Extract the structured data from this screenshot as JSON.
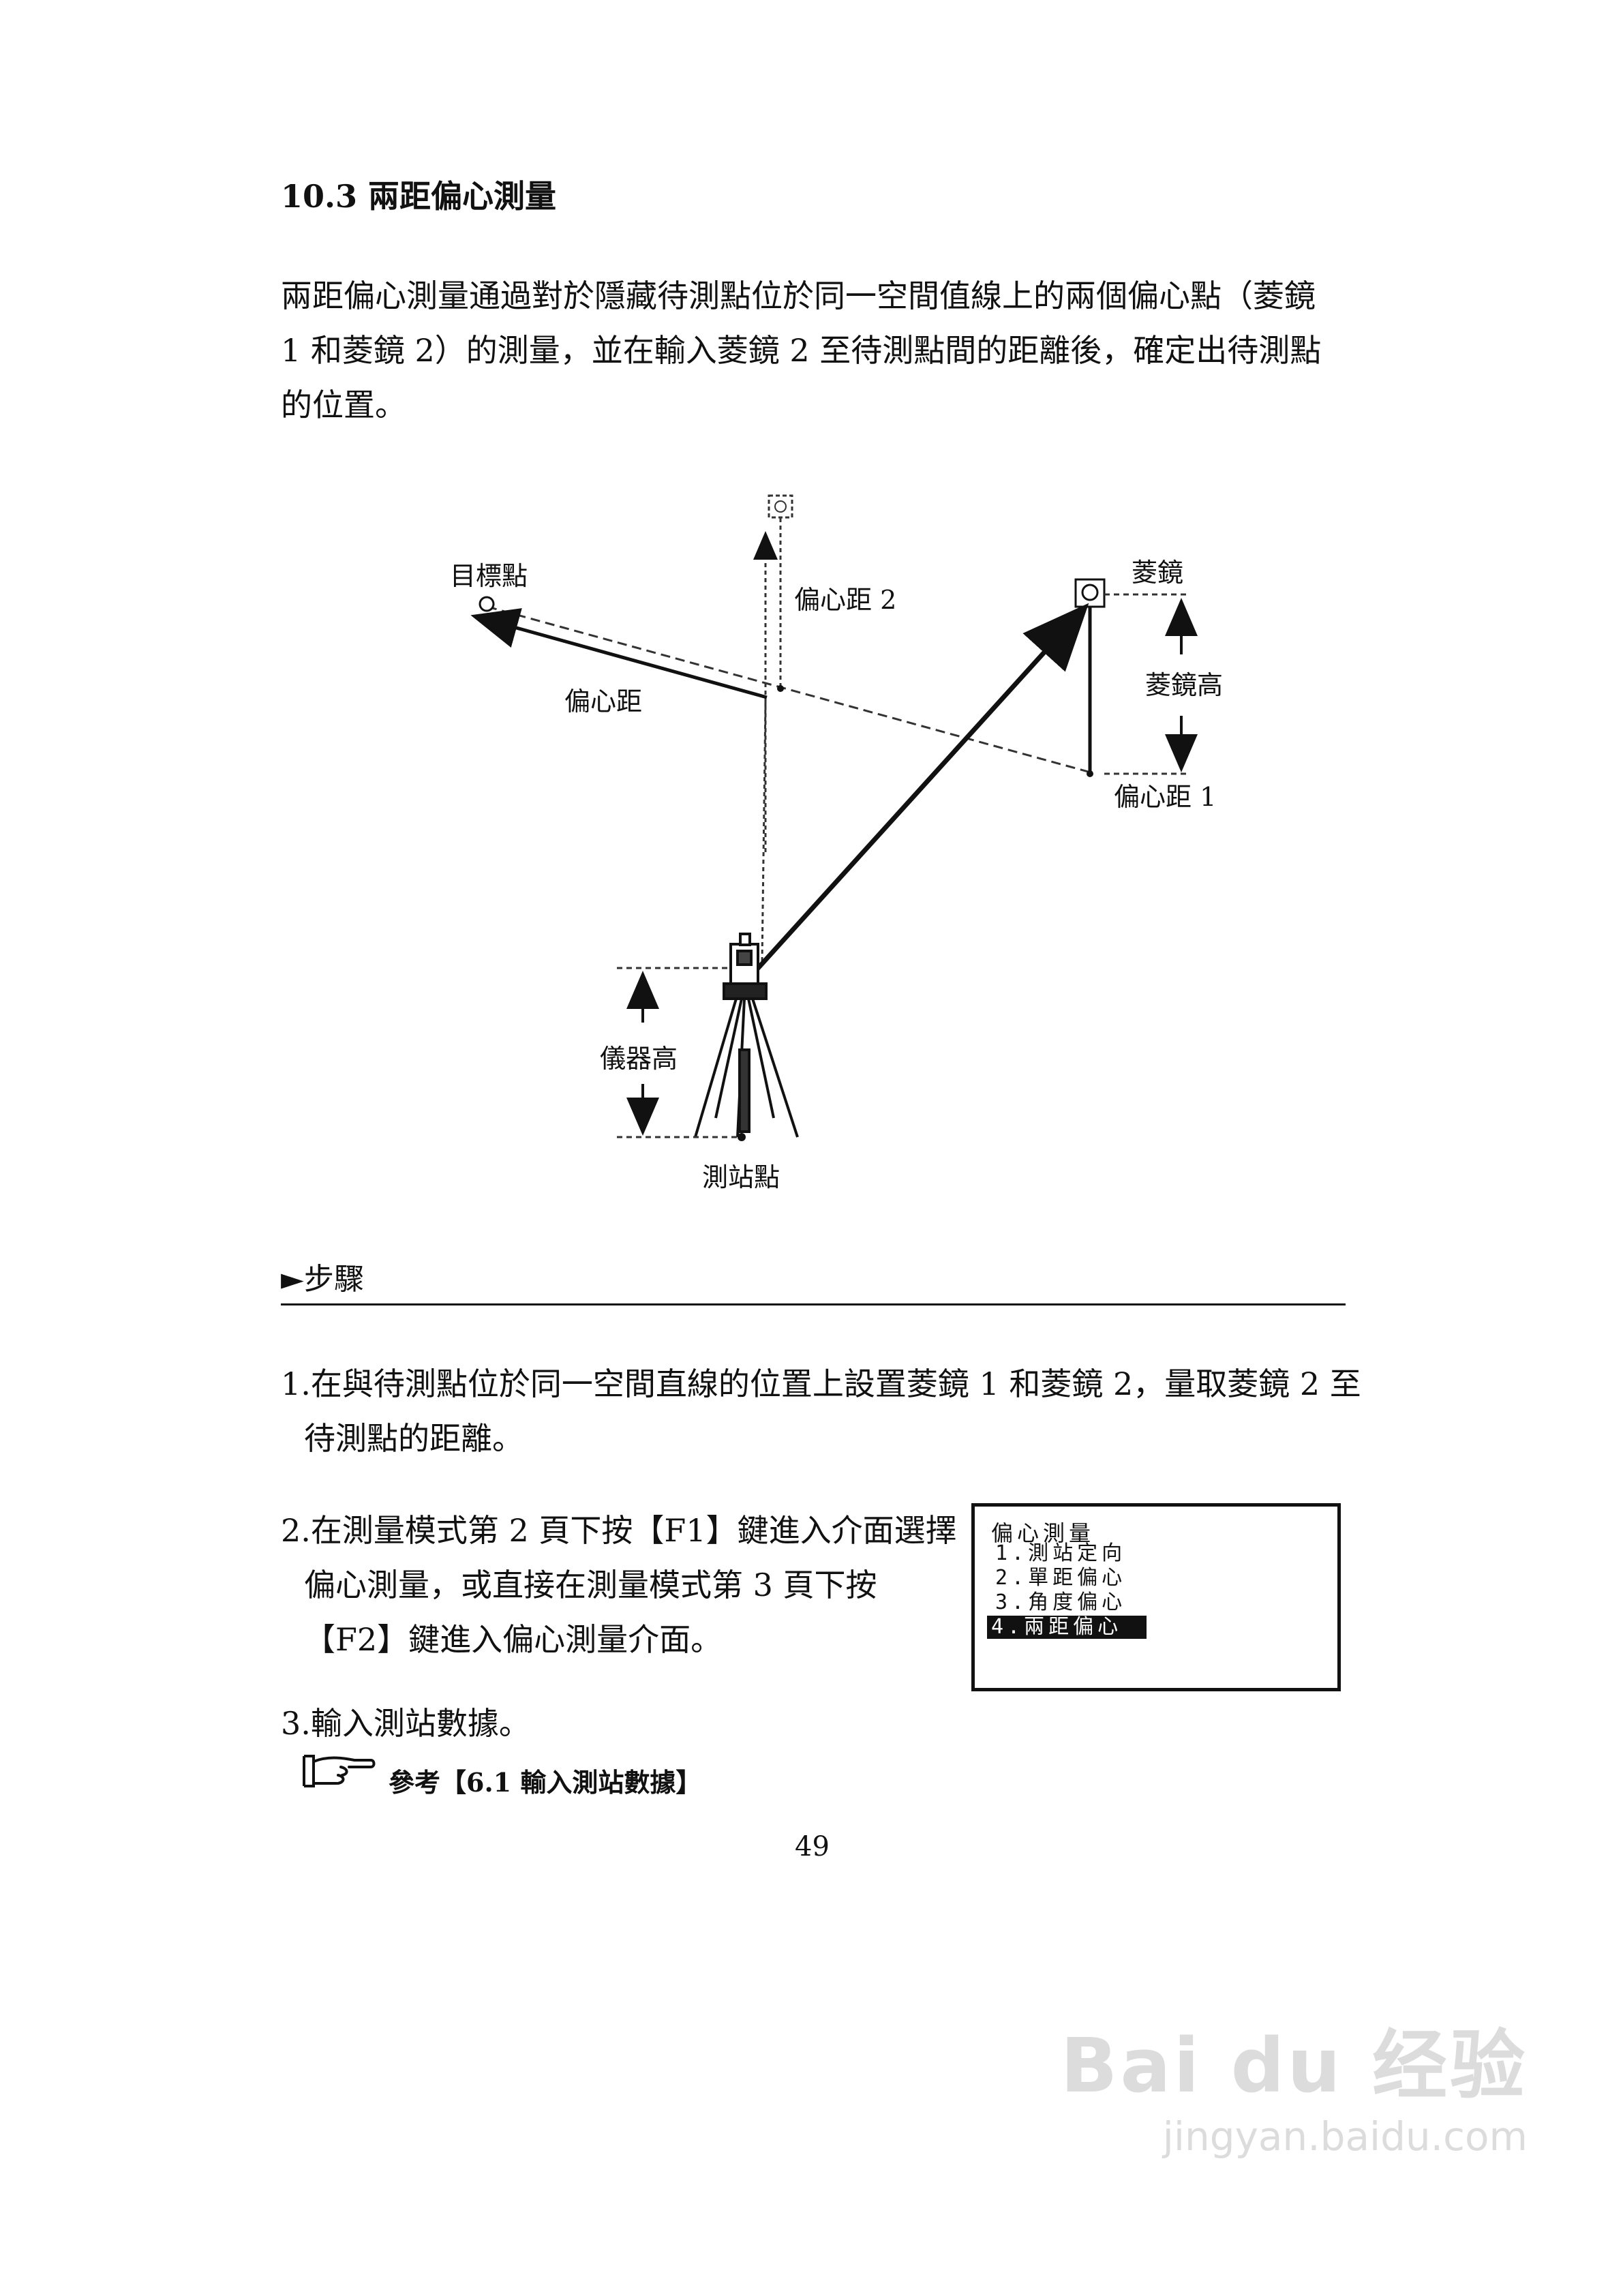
{
  "section": {
    "title": "10.3  兩距偏心測量"
  },
  "intro": {
    "text": "兩距偏心測量通過對於隱藏待測點位於同一空間值線上的兩個偏心點（菱鏡 1 和菱鏡 2）的測量，並在輸入菱鏡 2 至待測點間的距離後，確定出待測點的位置。"
  },
  "diagram": {
    "target_label": "目標點",
    "offset2_label": "偏心距 2",
    "offset_label": "偏心距",
    "prism_label": "菱鏡",
    "prism_height_label": "菱鏡高",
    "offset1_label": "偏心距 1",
    "instrument_height_label": "儀器高",
    "station_label": "測站點"
  },
  "steps": {
    "title": "►步驟",
    "step1": "1.在與待測點位於同一空間直線的位置上設置菱鏡 1 和菱鏡 2，量取菱鏡 2 至待測點的距離。",
    "step2": "2.在測量模式第 2 頁下按【F1】鍵進入介面選擇偏心測量，或直接在測量模式第 3 頁下按【F2】鍵進入偏心測量介面。",
    "step3": "3.輸入測站數據。"
  },
  "screen": {
    "title": "偏心測量",
    "items": [
      "1.測站定向",
      "2.單距偏心",
      "3.角度偏心",
      "4.兩距偏心"
    ],
    "selected_index": 3
  },
  "reference": {
    "text": "參考【6.1 輸入測站數據】"
  },
  "page_number": "49",
  "watermark": {
    "brand": "Bai du 经验",
    "url": "jingyan.baidu.com"
  }
}
